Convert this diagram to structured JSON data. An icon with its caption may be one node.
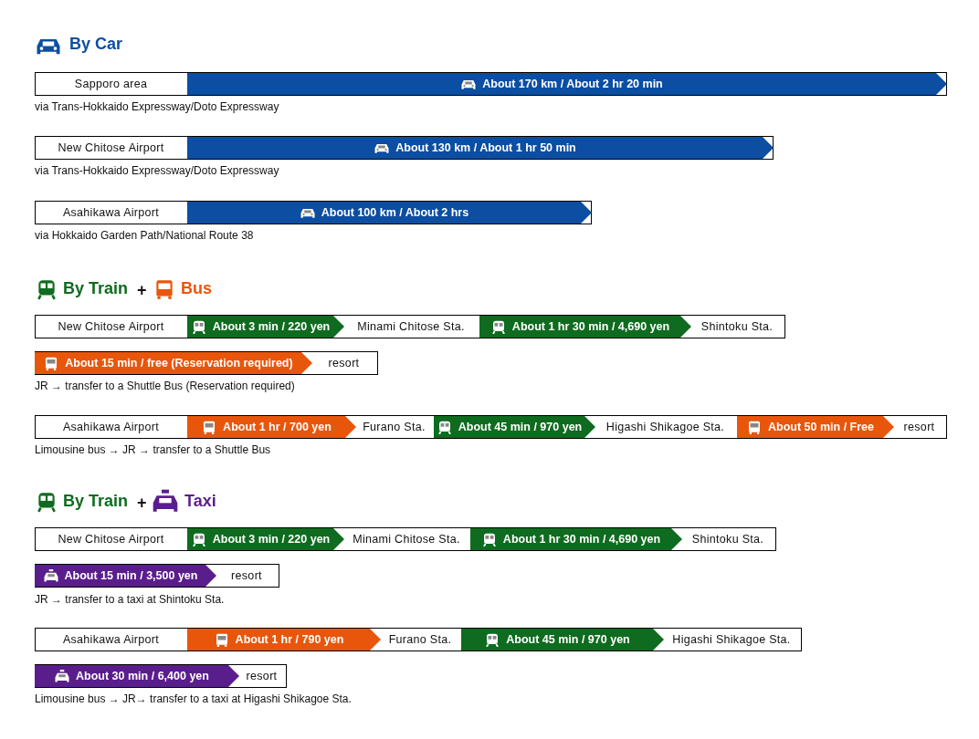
{
  "diagram": {
    "nodes": [
      {
        "text": [
          "Sapporo area"
        ]
      },
      {
        "text": [
          "About 170 km / About 2 hr 20 min"
        ]
      },
      {
        "text": [
          "New Chitose Airport"
        ]
      },
      {
        "text": [
          "About 130 km / About 1 hr 50 min"
        ]
      },
      {
        "text": [
          "Asahikawa Airport"
        ]
      },
      {
        "text": [
          "About 100 km / About 2 hrs"
        ]
      },
      {
        "text": [
          "New Chitose Airport"
        ]
      },
      {
        "text": [
          "About 3 min / 220 yen"
        ]
      },
      {
        "text": [
          "Minami Chitose Sta."
        ]
      },
      {
        "text": [
          "About 1 hr 30 min / 4,690 yen"
        ]
      },
      {
        "text": [
          "Shintoku Sta."
        ]
      },
      {
        "text": [
          "About 15 min / free (Reservation required)"
        ]
      },
      {
        "text": [
          "resort"
        ]
      },
      {
        "text": [
          "Asahikawa Airport"
        ]
      },
      {
        "text": [
          "About 1 hr / 700 yen"
        ]
      },
      {
        "text": [
          "Furano Sta."
        ]
      },
      {
        "text": [
          "About 45 min / 970 yen"
        ]
      },
      {
        "text": [
          "Higashi Shikagoe Sta."
        ]
      },
      {
        "text": [
          "About 50 min / Free"
        ]
      },
      {
        "text": [
          "resort"
        ]
      },
      {
        "text": [
          "New Chitose Airport"
        ]
      },
      {
        "text": [
          "About 3 min / 220 yen"
        ]
      },
      {
        "text": [
          "Minami Chitose Sta."
        ]
      },
      {
        "text": [
          "About 1 hr 30 min / 4,690 yen"
        ]
      },
      {
        "text": [
          "Shintoku Sta."
        ]
      },
      {
        "text": [
          "About 15 min / 3,500 yen"
        ]
      },
      {
        "text": [
          "resort"
        ]
      },
      {
        "text": [
          "Asahikawa Airport"
        ]
      },
      {
        "text": [
          "About 1 hr / 790 yen"
        ]
      },
      {
        "text": [
          "Furano Sta."
        ]
      },
      {
        "text": [
          "About 45 min / 970 yen"
        ]
      },
      {
        "text": [
          "Higashi Shikagoe Sta."
        ]
      },
      {
        "text": [
          "About 30 min / 6,400 yen"
        ]
      },
      {
        "text": [
          "resort"
        ]
      }
    ],
    "labels": [
      "By Car",
      "via Trans-Hokkaido Expressway/Doto Expressway",
      "via Trans-Hokkaido Expressway/Doto Expressway",
      "via Hokkaido Garden Path/National Route 38",
      "By Train",
      "+",
      "Bus",
      "JR → transfer to a Shuttle Bus (Reservation required)",
      "Limousine bus → JR → transfer to a Shuttle Bus",
      "By Train",
      "+",
      "Taxi",
      "JR → transfer to a taxi at Shintoku Sta.",
      "Limousine bus → JR→ transfer to a taxi at Higashi Shikagoe Sta."
    ]
  }
}
